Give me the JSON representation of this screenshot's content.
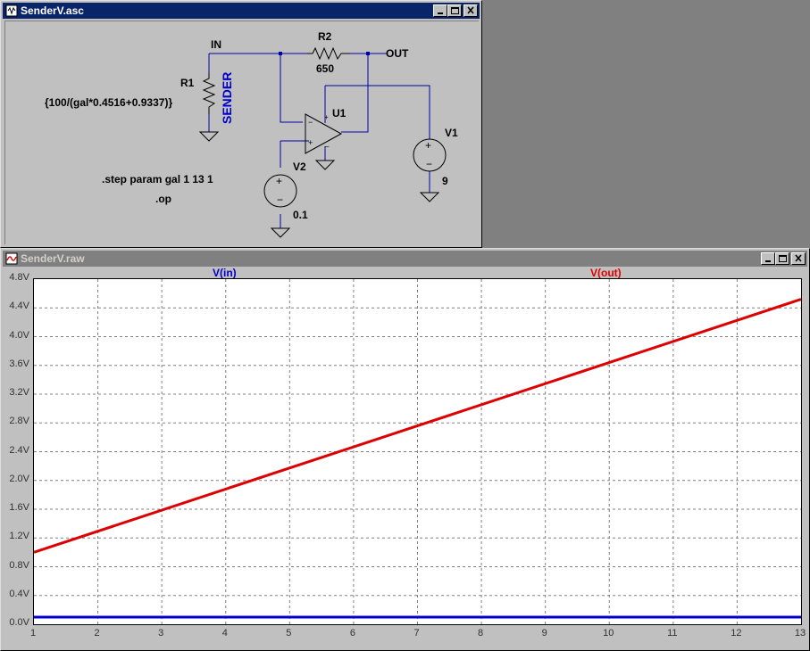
{
  "schematic_window": {
    "title": "SenderV.asc",
    "labels": {
      "in_net": "IN",
      "out_net": "OUT",
      "r1_name": "R1",
      "r1_value": "{100/(gal*0.4516+0.9337)}",
      "r1_tag": "SENDER",
      "r2_name": "R2",
      "r2_value": "650",
      "u1_name": "U1",
      "v1_name": "V1",
      "v1_value": "9",
      "v2_name": "V2",
      "v2_value": "0.1",
      "directive_step": ".step param gal 1 13 1",
      "directive_op": ".op"
    },
    "colors": {
      "wire": "#0000aa",
      "component": "#000000",
      "tag": "#0000cc",
      "background": "#c0c0c0"
    }
  },
  "waveform_window": {
    "title": "SenderV.raw",
    "icon": "waveform-icon"
  },
  "window_buttons": {
    "minimize": "minimize-icon",
    "maximize": "maximize-icon",
    "close": "close-icon"
  },
  "chart_data": {
    "type": "line",
    "title": "",
    "xlabel": "",
    "ylabel": "",
    "xlim": [
      1,
      13
    ],
    "ylim": [
      0,
      4.8
    ],
    "grid": true,
    "x_ticks": [
      "1",
      "2",
      "3",
      "4",
      "5",
      "6",
      "7",
      "8",
      "9",
      "10",
      "11",
      "12",
      "13"
    ],
    "y_ticks": [
      "0.0V",
      "0.4V",
      "0.8V",
      "1.2V",
      "1.6V",
      "2.0V",
      "2.4V",
      "2.8V",
      "3.2V",
      "3.6V",
      "4.0V",
      "4.4V",
      "4.8V"
    ],
    "series": [
      {
        "name": "V(in)",
        "color": "#0000cc",
        "x": [
          1,
          13
        ],
        "y": [
          0.1,
          0.1
        ]
      },
      {
        "name": "V(out)",
        "color": "#dd0000",
        "x": [
          1,
          13
        ],
        "y": [
          1.0,
          4.52
        ]
      }
    ]
  }
}
